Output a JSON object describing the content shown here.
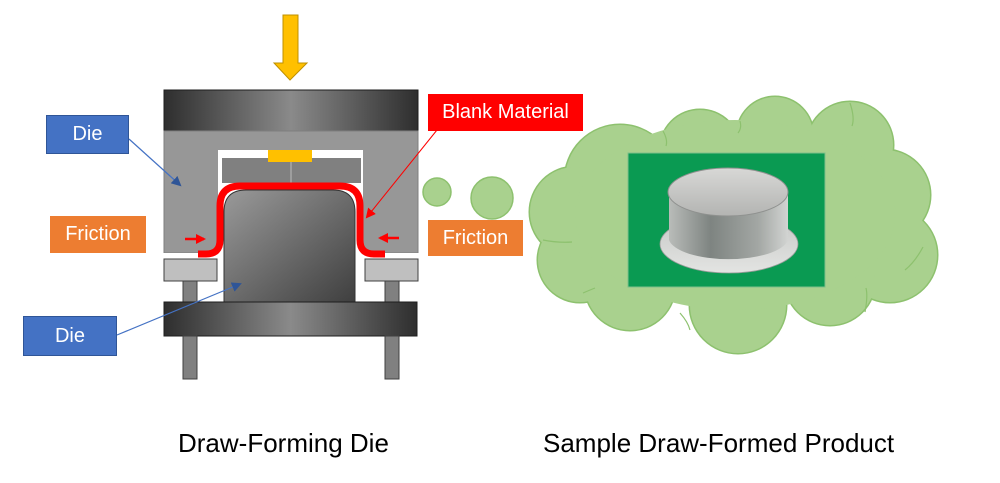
{
  "labels": {
    "die_top": "Die",
    "die_bottom": "Die",
    "friction_left": "Friction",
    "friction_right": "Friction",
    "blank_material": "Blank Material"
  },
  "captions": {
    "left": "Draw-Forming Die",
    "right": "Sample Draw-Formed Product"
  },
  "icons": {
    "press_direction": "down-arrow-icon",
    "friction_left": "right-arrow-icon",
    "friction_right": "left-arrow-icon",
    "thought_bubble": "cloud-icon"
  },
  "colors": {
    "die_label": "#4472C4",
    "friction_label": "#ED7D31",
    "blank_label": "#FF0000",
    "press_arrow": "#FFC000",
    "blank_material": "#FF0000",
    "cloud": "#A9D18E",
    "photo_background": "#0A9A52"
  }
}
